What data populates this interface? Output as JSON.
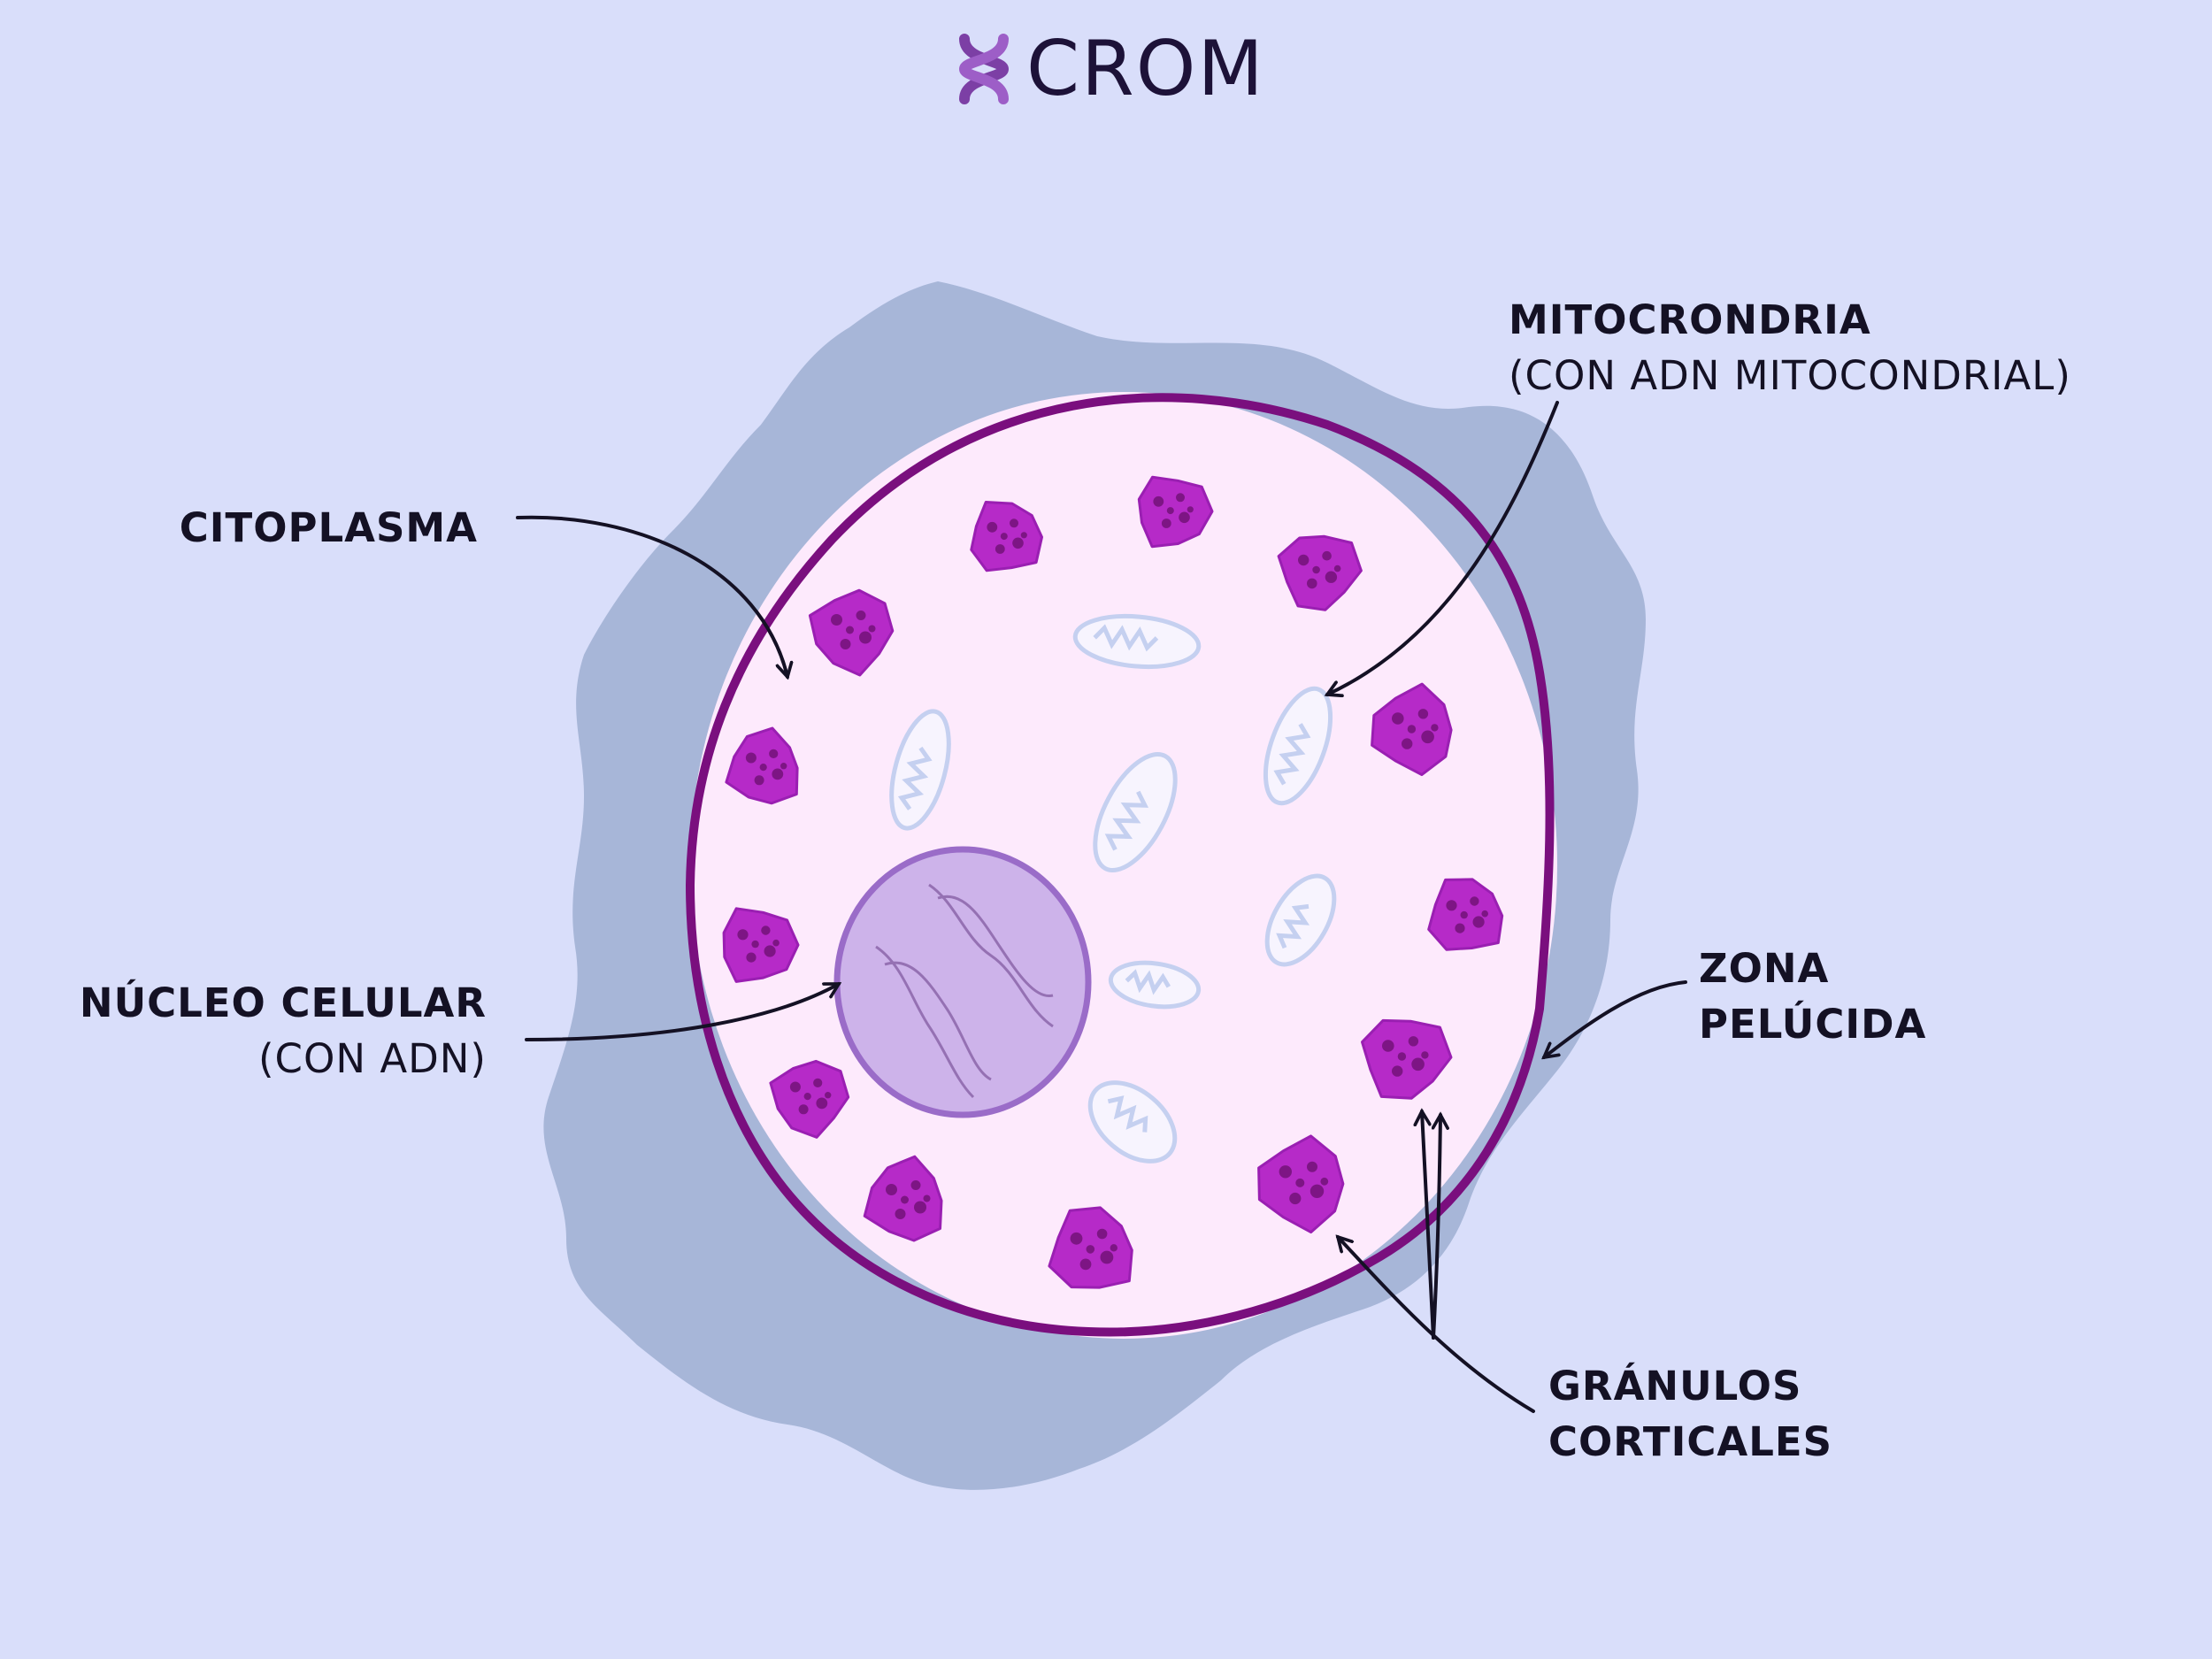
{
  "brand": {
    "name": "CROM"
  },
  "labels": {
    "citoplasma": "CITOPLASMA",
    "mitocondria_line1": "MITOCRONDRIA",
    "mitocondria_line2": "(CON ADN MITOCONDRIAL)",
    "nucleo_line1": "NÚCLEO CELULAR",
    "nucleo_line2": "(CON ADN)",
    "zona_line1": "ZONA",
    "zona_line2": "PELÚCIDA",
    "granulos_line1": "GRÁNULOS",
    "granulos_line2": "CORTICALES"
  },
  "colors": {
    "background": "#d9defa",
    "zona_pelucida": "#a7b6d8",
    "cytoplasm": "#fdeafc",
    "membrane": "#7a0f7e",
    "granule": "#b62ac8",
    "nucleus": "#cdb3ea",
    "mitochondria": "#c5d0f0",
    "text": "#141124"
  }
}
